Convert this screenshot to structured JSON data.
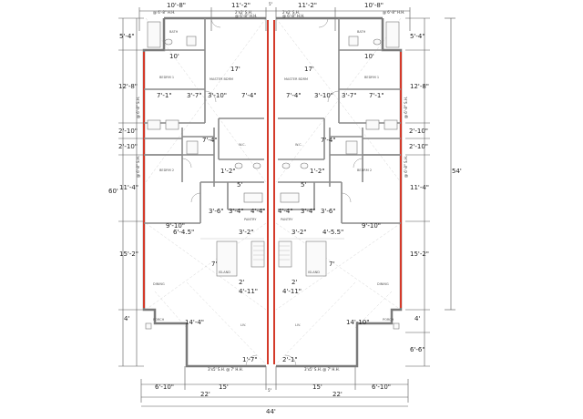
{
  "colors": {
    "wall": "#7a7a7a",
    "wall_dark": "#4a4a4a",
    "party_wall": "#d43a2a",
    "dim_line": "#555555",
    "text": "#222222",
    "hatch": "#b0b0b0"
  },
  "top_dims": {
    "left_outer": "10'-8\"",
    "left_inner": "11'-2\"",
    "right_inner": "11'-2\"",
    "right_outer": "10'-8\"",
    "center": "5\""
  },
  "window_notes": {
    "top_l1": "2'x2' S.H.",
    "top_l2": "@ 6'-8\" H.H.",
    "top_r1": "2'x2' S.H.",
    "top_r2": "@ 6'-8\" H.H.",
    "top_cl": "@ 6'-8\" H.H.",
    "top_cr": "@ 6'-8\" H.H."
  },
  "left_dims": {
    "d1": "5'-4\"",
    "d2": "12'-8\"",
    "d3": "2'-10\"",
    "d4": "2'-10\"",
    "d5": "11'-4\"",
    "d6": "15'-2\"",
    "d7": "4'",
    "overall": "60'"
  },
  "right_dims": {
    "d1": "5'-4\"",
    "d2": "12'-8\"",
    "d3": "2'-10\"",
    "d4": "2'-10\"",
    "d5": "11'-4\"",
    "d6": "15'-2\"",
    "d7": "4'",
    "d8": "6'-6\"",
    "overall": "54'"
  },
  "interior_dims": {
    "bath_w_l": "10'",
    "bath_w_r": "10'",
    "bed_a_l": "7'-1\"",
    "bed_b_l": "3'-7\"",
    "bed_c_l": "3'-10\"",
    "bed_d_l": "7'-4\"",
    "bed_d_r": "7'-4\"",
    "bed_c_r": "3'-10\"",
    "bed_b_r": "3'-7\"",
    "bed_a_r": "7'-1\"",
    "hall_l1": "7'-4\"",
    "hall_l2": "1'-2\"",
    "hall_r1": "7'-4\"",
    "hall_r2": "1'-2\"",
    "mbr_l": "17'",
    "mbr_r": "17'",
    "five_l": "5'",
    "five_r": "5'",
    "ca_l1": "3'-6\"",
    "ca_l2": "3'-4\"",
    "ca_l3": "4'-4\"",
    "ca_r1": "4'-4\"",
    "ca_r2": "3'-4\"",
    "ca_r3": "3'-6\"",
    "bed2_l": "9'-10\"",
    "bed2_r": "9'-10\"",
    "pantry_l": "6'-4.5\"",
    "pantry_r": "4'-5.5\"",
    "k_l": "3'-2\"",
    "k_r": "3'-2\"",
    "m11_l": "4'-11\"",
    "m11_r": "4'-11\"",
    "liv_l": "14'-4\"",
    "liv_r": "14'-10\"",
    "seven_l": "7'",
    "seven_r": "7'",
    "two_l": "2'",
    "two_r": "2'",
    "porch_l": "1'-7\"",
    "porch_r": "2'-1\"",
    "bot_l1": "6'-10\"",
    "bot_l2": "15'",
    "bot_r2": "15'",
    "bot_r1": "6'-10\"",
    "bot_sub_l": "22'",
    "bot_sub_r": "22'",
    "bot_center": "5\"",
    "overall_width": "44'"
  },
  "bottom_window_notes": {
    "l": "3'x5' S.H. @ 7' H.H.",
    "r": "3'x5' S.H. @ 7' H.H."
  },
  "rotated_labels": {
    "left_a": "@ 6'-8\" S.H.",
    "left_b": "@ 6'-8\" S.H.",
    "right_a": "@ 6'-8\" S.H.",
    "right_b": "@ 6'-8\" S.H."
  },
  "room_labels": {
    "bath_l": "BATH",
    "bath_r": "BATH",
    "bed1_l": "BEDRM 1",
    "bed1_r": "BEDRM 1",
    "mbr_l": "MASTER BDRM",
    "mbr_r": "MASTER BDRM",
    "wc_l": "W.C.",
    "wc_r": "W.C.",
    "bed2_l": "BEDRM 2",
    "bed2_r": "BEDRM 2",
    "pantry_l": "PANTRY",
    "pantry_r": "PANTRY",
    "island_l": "ISLAND",
    "island_r": "ISLAND",
    "dining_l": "DINING",
    "dining_r": "DINING",
    "living_l": "LIV.",
    "living_r": "LIV.",
    "porch_l": "PORCH",
    "porch_r": "PORCH"
  }
}
